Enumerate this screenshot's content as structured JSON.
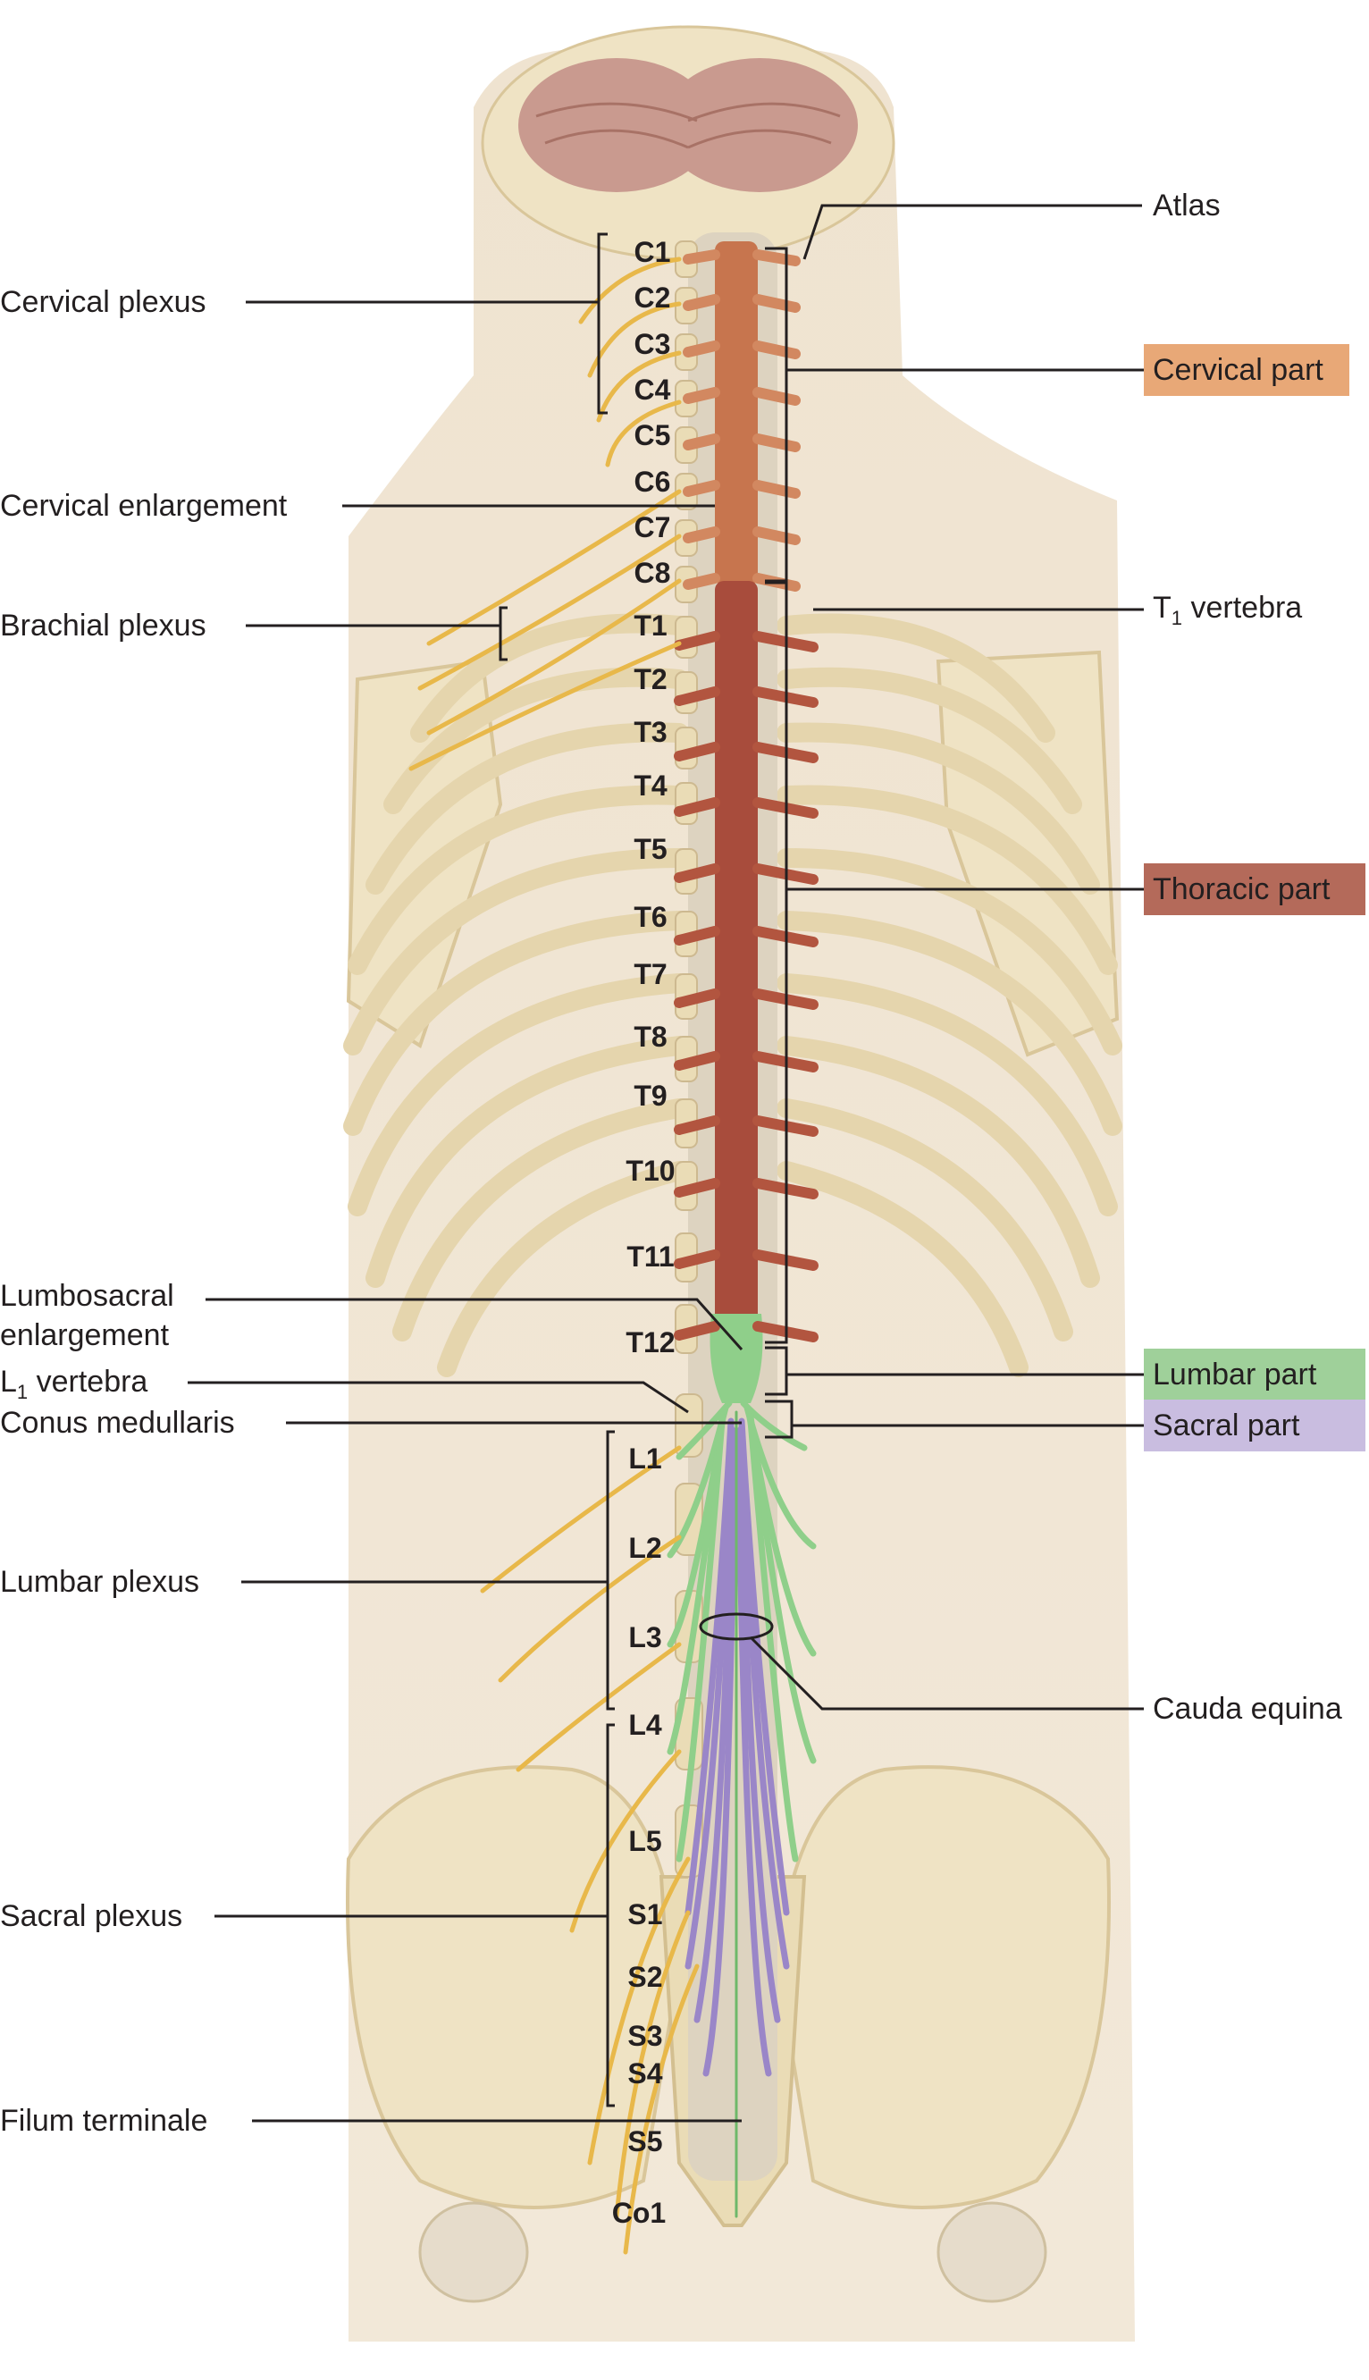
{
  "labels_left": {
    "cervical_plexus": "Cervical plexus",
    "cervical_enlargement": "Cervical enlargement",
    "brachial_plexus": "Brachial plexus",
    "lumbosacral_line1": "Lumbosacral",
    "lumbosacral_line2": "enlargement",
    "l1_vertebra_main": "L",
    "l1_vertebra_sub": "1",
    "l1_vertebra_rest": " vertebra",
    "conus_medullaris": "Conus medullaris",
    "lumbar_plexus": "Lumbar plexus",
    "sacral_plexus": "Sacral plexus",
    "filum_terminale": "Filum terminale"
  },
  "labels_right": {
    "atlas": "Atlas",
    "t1_vertebra_main": "T",
    "t1_vertebra_sub": "1",
    "t1_vertebra_rest": " vertebra",
    "cauda_equina": "Cauda equina"
  },
  "parts": {
    "cervical": {
      "label": "Cervical part",
      "color": "#e8a877"
    },
    "thoracic": {
      "label": "Thoracic part",
      "color": "#b46a5a"
    },
    "lumbar": {
      "label": "Lumbar part",
      "color": "#9fd09a"
    },
    "sacral": {
      "label": "Sacral part",
      "color": "#c9bde0"
    }
  },
  "segments": {
    "cervical": [
      "C1",
      "C2",
      "C3",
      "C4",
      "C5",
      "C6",
      "C7",
      "C8"
    ],
    "thoracic": [
      "T1",
      "T2",
      "T3",
      "T4",
      "T5",
      "T6",
      "T7",
      "T8",
      "T9",
      "T10",
      "T11",
      "T12"
    ],
    "lumbar": [
      "L1",
      "L2",
      "L3",
      "L4",
      "L5"
    ],
    "sacral": [
      "S1",
      "S2",
      "S3",
      "S4",
      "S5"
    ],
    "coccygeal": [
      "Co1"
    ]
  },
  "colors": {
    "bone": "#efe3c4",
    "bone_edge": "#d9c69a",
    "skin": "#f3e7d3",
    "nerve": "#e8b84a",
    "cord_cervical": "#c7754e",
    "cord_thoracic": "#a84c3c",
    "cord_lumbar": "#8fcf8a",
    "cauda": "#9a86c8",
    "brain": "#c99a8f"
  }
}
